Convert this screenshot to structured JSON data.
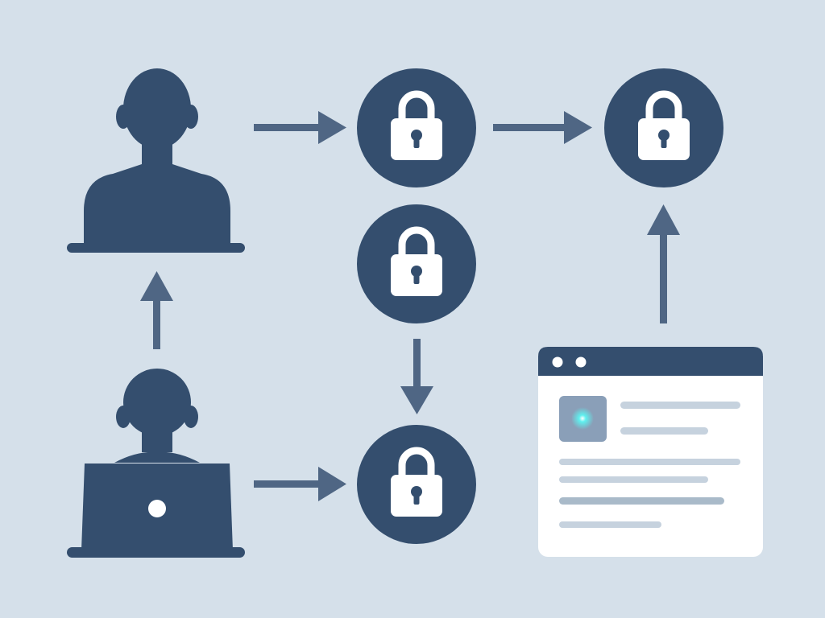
{
  "colors": {
    "background": "#d5e0ea",
    "navy": "#344e6e",
    "arrow": "#4f6684",
    "white": "#ffffff",
    "panel_line": "#c6d2de",
    "panel_line_dark": "#a9bac9",
    "thumbnail": "#8a9fb8",
    "glow": "#5ff0ef"
  },
  "nodes": [
    {
      "id": "user-top",
      "icon": "person-at-desk-icon"
    },
    {
      "id": "user-bottom",
      "icon": "person-with-laptop-icon"
    },
    {
      "id": "lock-top-middle",
      "icon": "padlock-icon"
    },
    {
      "id": "lock-center",
      "icon": "padlock-icon"
    },
    {
      "id": "lock-bottom-middle",
      "icon": "padlock-icon"
    },
    {
      "id": "lock-top-right",
      "icon": "padlock-icon"
    },
    {
      "id": "browser-window",
      "icon": "browser-window-icon"
    }
  ],
  "edges": [
    {
      "from": "user-top",
      "to": "lock-top-middle"
    },
    {
      "from": "lock-top-middle",
      "to": "lock-top-right"
    },
    {
      "from": "user-bottom",
      "to": "user-top"
    },
    {
      "from": "lock-center",
      "to": "lock-bottom-middle"
    },
    {
      "from": "user-bottom",
      "to": "lock-bottom-middle"
    },
    {
      "from": "browser-window",
      "to": "lock-top-right"
    }
  ]
}
